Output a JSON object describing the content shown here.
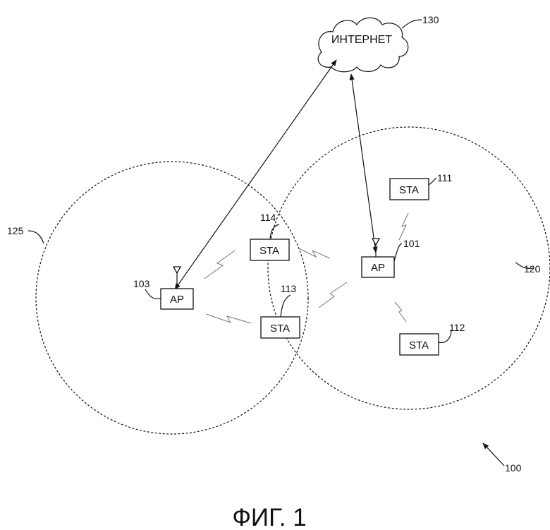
{
  "cloud": {
    "label": "ИНТЕРНЕТ",
    "ref": "130"
  },
  "coverage": {
    "right_ref": "120",
    "left_ref": "125"
  },
  "access_points": [
    {
      "label": "AP",
      "ref": "101"
    },
    {
      "label": "AP",
      "ref": "103"
    }
  ],
  "stations": [
    {
      "label": "STA",
      "ref": "111"
    },
    {
      "label": "STA",
      "ref": "112"
    },
    {
      "label": "STA",
      "ref": "113"
    },
    {
      "label": "STA",
      "ref": "114"
    }
  ],
  "system_ref": "100",
  "caption": "ФИГ. 1"
}
